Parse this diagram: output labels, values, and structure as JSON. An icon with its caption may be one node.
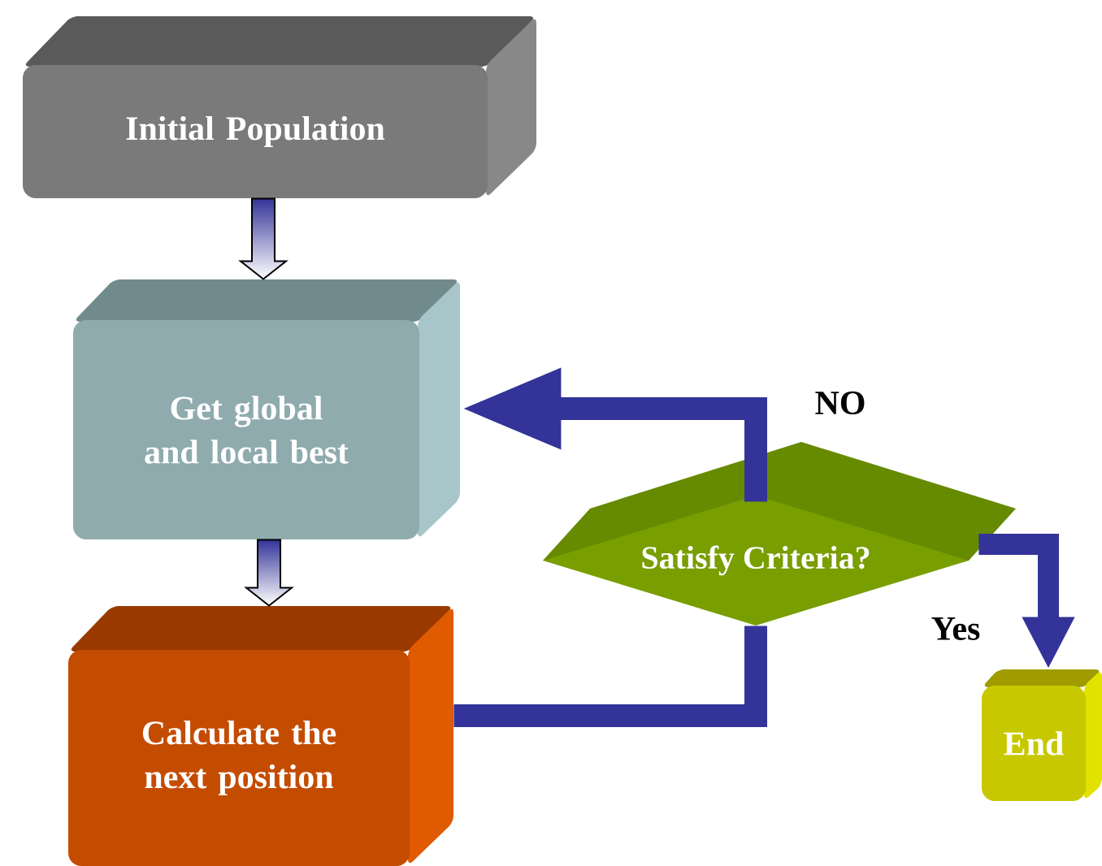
{
  "diagram": {
    "nodes": [
      {
        "text": [
          "Initial Population"
        ]
      },
      {
        "text": [
          "Get global and local best"
        ]
      },
      {
        "text": [
          "Calculate the next position"
        ]
      },
      {
        "text": [
          "Satisfy Criteria?"
        ]
      },
      {
        "text": [
          "End"
        ]
      }
    ],
    "edges": [
      {
        "from": 0,
        "to": 1,
        "arrow": "to"
      },
      {
        "from": 1,
        "to": 2,
        "arrow": "to"
      },
      {
        "from": 2,
        "to": 3,
        "arrow": "none"
      },
      {
        "from": 3,
        "to": 1,
        "arrow": "to",
        "label": "NO"
      },
      {
        "from": 3,
        "to": 4,
        "arrow": "to",
        "label": "Yes"
      }
    ]
  }
}
